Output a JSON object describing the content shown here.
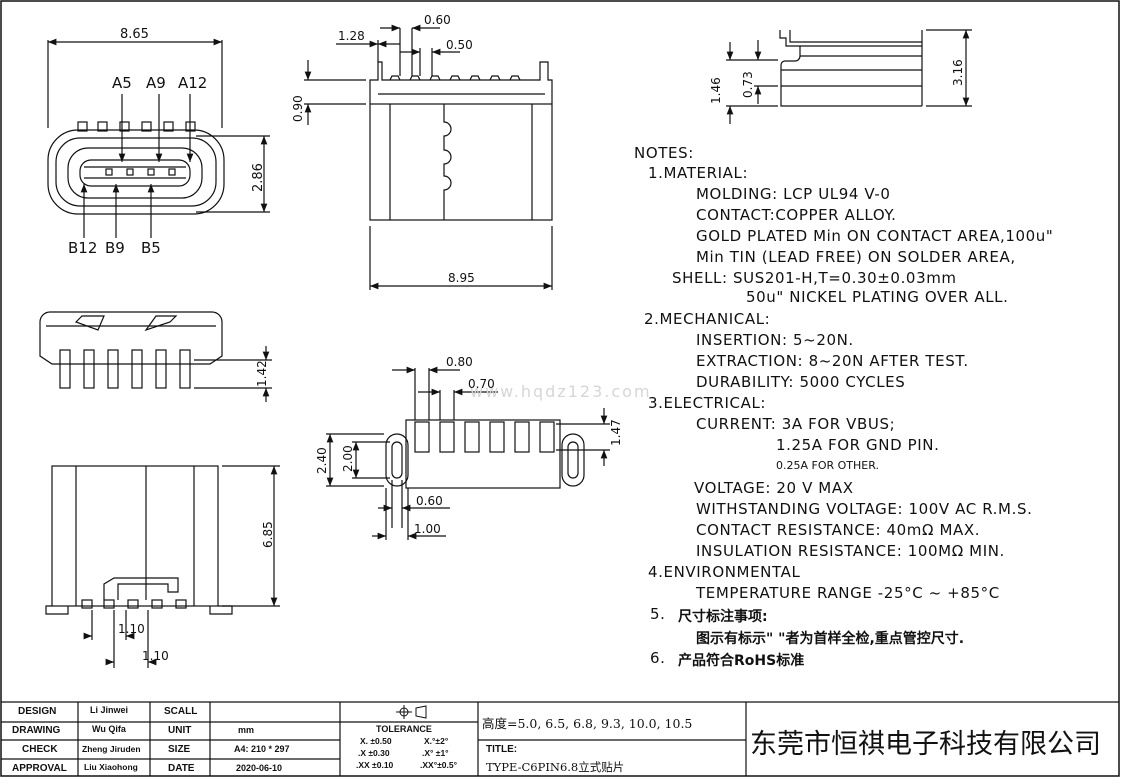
{
  "dims": {
    "top_width": "8.65",
    "pins_top": [
      "A5",
      "A9",
      "A12"
    ],
    "pins_bottom": [
      "B12",
      "B9",
      "B5"
    ],
    "height_286": "2.86",
    "d060": "0.60",
    "d128": "1.28",
    "d050": "0.50",
    "d090": "0.90",
    "d895": "8.95",
    "d146": "1.46",
    "d073": "0.73",
    "d316": "3.16",
    "d142": "1.42",
    "d080": "0.80",
    "d070": "0.70",
    "d147": "1.47",
    "d240": "2.40",
    "d200": "2.00",
    "d060b": "0.60",
    "d100": "1.00",
    "d685": "6.85",
    "d110a": "1.10",
    "d110b": "1.10",
    "watermark": "www.hqdz123.com"
  },
  "notes": {
    "header": "NOTES:",
    "s1": "1.MATERIAL:",
    "l1": "MOLDING: LCP UL94 V-0",
    "l2": "CONTACT:COPPER ALLOY.",
    "l3": "GOLD PLATED Min ON CONTACT AREA,100u\"",
    "l4": "Min TIN (LEAD FREE) ON SOLDER AREA,",
    "l5": "SHELL: SUS201-H,T=0.30±0.03mm",
    "l6": "50u\" NICKEL PLATING OVER ALL.",
    "s2": "2.MECHANICAL:",
    "l7": "INSERTION: 5~20N.",
    "l8": "EXTRACTION: 8~20N AFTER TEST.",
    "l9": "DURABILITY: 5000 CYCLES",
    "s3": "3.ELECTRICAL:",
    "l10": "CURRENT: 3A FOR VBUS;",
    "l11": "1.25A FOR GND PIN.",
    "l12": "0.25A FOR OTHER.",
    "l13": "VOLTAGE: 20 V MAX",
    "l14": "WITHSTANDING VOLTAGE: 100V AC R.M.S.",
    "l15": "CONTACT RESISTANCE: 40mΩ MAX.",
    "l16": "INSULATION RESISTANCE: 100MΩ MIN.",
    "s4": "4.ENVIRONMENTAL",
    "l17": "TEMPERATURE RANGE -25°C ~ +85°C",
    "s5": "5.",
    "l18": "尺寸标注事项:",
    "l19": "图示有标示\"   \"者为首样全检,重点管控尺寸.",
    "s6": "6.",
    "l20": "产品符合RoHS标准"
  },
  "title_block": {
    "design_label": "DESIGN",
    "design_name": "Li Jinwei",
    "scall_label": "SCALL",
    "drawing_label": "DRAWING",
    "drawing_name": "Wu Qifa",
    "unit_label": "UNIT",
    "unit_value": "mm",
    "check_label": "CHECK",
    "check_name": "Zheng Jiruden",
    "size_label": "SIZE",
    "size_value": "A4: 210 * 297",
    "approval_label": "APPROVAL",
    "approval_name": "Liu Xiaohong",
    "date_label": "DATE",
    "date_value": "2020-06-10",
    "tolerance_label": "TOLERANCE",
    "tol1": "X.   ±0.50",
    "tol2": "X.°±2°",
    "tol3": ".X   ±0.30",
    "tol4": ".X° ±1°",
    "tol5": ".XX ±0.10",
    "tol6": ".XX°±0.5°",
    "heights": "高度=5.0, 6.5, 6.8, 9.3, 10.0, 10.5",
    "title_label": "TITLE:",
    "title_value": "TYPE-C6PIN6.8立式贴片",
    "company": "东莞市恒祺电子科技有限公司"
  }
}
